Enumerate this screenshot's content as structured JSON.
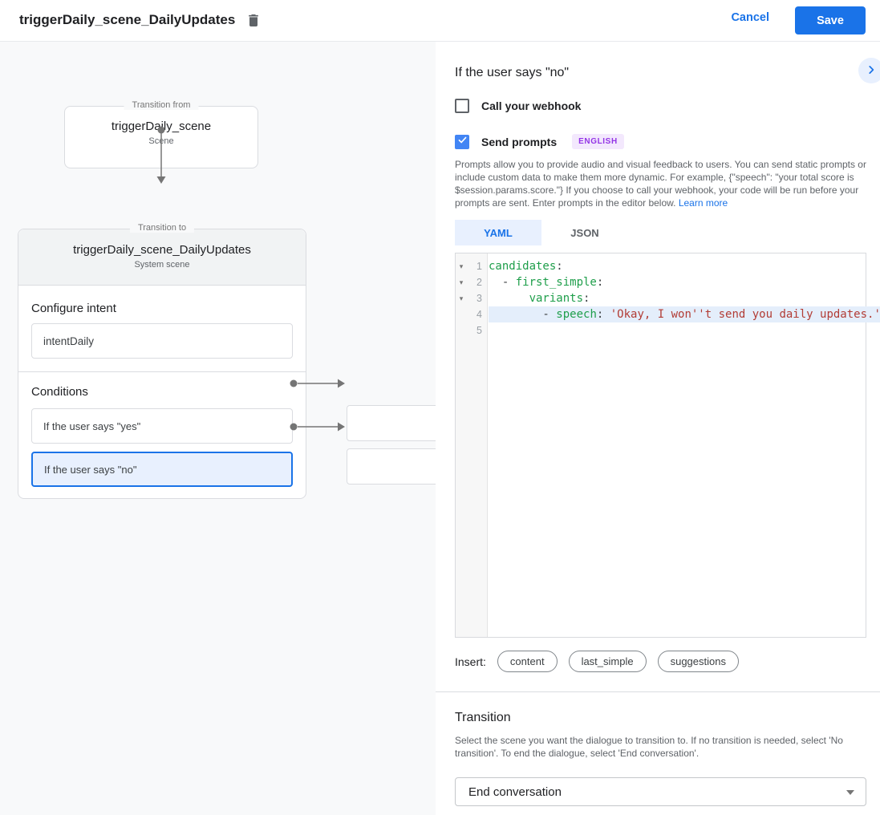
{
  "header": {
    "title": "triggerDaily_scene_DailyUpdates",
    "cancel_label": "Cancel",
    "save_label": "Save"
  },
  "canvas": {
    "from_box": {
      "legend": "Transition from",
      "title": "triggerDaily_scene",
      "subtitle": "Scene"
    },
    "to_box": {
      "legend": "Transition to",
      "title": "triggerDaily_scene_DailyUpdates",
      "subtitle": "System scene",
      "configure_intent_label": "Configure intent",
      "intent_value": "intentDaily",
      "conditions_label": "Conditions",
      "conditions": [
        {
          "label": "If the user says \"yes\"",
          "selected": false
        },
        {
          "label": "If the user says \"no\"",
          "selected": true
        }
      ]
    }
  },
  "panel": {
    "title": "If the user says \"no\"",
    "webhook_checkbox": {
      "label": "Call your webhook",
      "checked": false
    },
    "prompts_checkbox": {
      "label": "Send prompts",
      "checked": true,
      "badge": "ENGLISH"
    },
    "description": "Prompts allow you to provide audio and visual feedback to users. You can send static prompts or include custom data to make them more dynamic. For example, {\"speech\": \"your total score is $session.params.score.\"} If you choose to call your webhook, your code will be run before your prompts are sent. Enter prompts in the editor below.",
    "learn_more_label": "Learn more",
    "tabs": [
      {
        "label": "YAML",
        "active": true
      },
      {
        "label": "JSON",
        "active": false
      }
    ],
    "editor": {
      "lines": [
        {
          "num": "1",
          "p1": "",
          "key": "candidates",
          "p2": ":",
          "str": ""
        },
        {
          "num": "2",
          "p1": "  - ",
          "key": "first_simple",
          "p2": ":",
          "str": ""
        },
        {
          "num": "3",
          "p1": "      ",
          "key": "variants",
          "p2": ":",
          "str": ""
        },
        {
          "num": "4",
          "p1": "        - ",
          "key": "speech",
          "p2": ": ",
          "str": "'Okay, I won''t send you daily updates.'"
        },
        {
          "num": "5",
          "p1": "",
          "key": "",
          "p2": "",
          "str": ""
        }
      ]
    },
    "insert": {
      "label": "Insert:",
      "chips": [
        "content",
        "last_simple",
        "suggestions"
      ]
    },
    "transition": {
      "title": "Transition",
      "description": "Select the scene you want the dialogue to transition to. If no transition is needed, select 'No transition'. To end the dialogue, select 'End conversation'.",
      "selected_value": "End conversation"
    }
  },
  "colors": {
    "accent": "#1a73e8",
    "selected_bg": "#e8f0fe",
    "checkbox_checked": "#4285f4",
    "badge_bg": "#f3e8fd",
    "badge_text": "#9334e6",
    "code_key": "#1e9e4a",
    "code_string": "#b23c35",
    "canvas_bg": "#f8f9fa"
  }
}
